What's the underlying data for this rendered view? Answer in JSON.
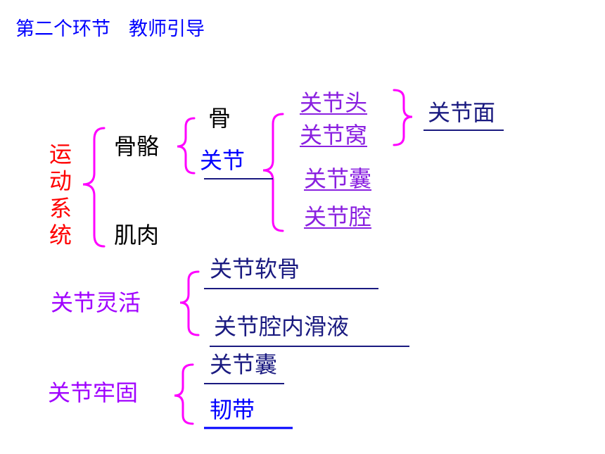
{
  "header": {
    "part1": "第二个环节",
    "part2": "教师引导"
  },
  "root": {
    "chars": [
      "运",
      "动",
      "系",
      "统"
    ]
  },
  "skeleton": "骨骼",
  "muscle": "肌肉",
  "bone": "骨",
  "joint": "关节",
  "joint_parts": {
    "head": "关节头",
    "socket": "关节窝",
    "surface": "关节面",
    "capsule": "关节囊",
    "cavity": "关节腔"
  },
  "flexible": {
    "label": "关节灵活",
    "items": [
      "关节软骨",
      "关节腔内滑液"
    ]
  },
  "firm": {
    "label": "关节牢固",
    "items": [
      "关节囊",
      "韧带"
    ]
  },
  "colors": {
    "title": "#0000ff",
    "root": "#ff0000",
    "brace": "#ff00ff",
    "link": "#8a20e0",
    "answer": "#1a1a80",
    "label": "#a000ff"
  }
}
